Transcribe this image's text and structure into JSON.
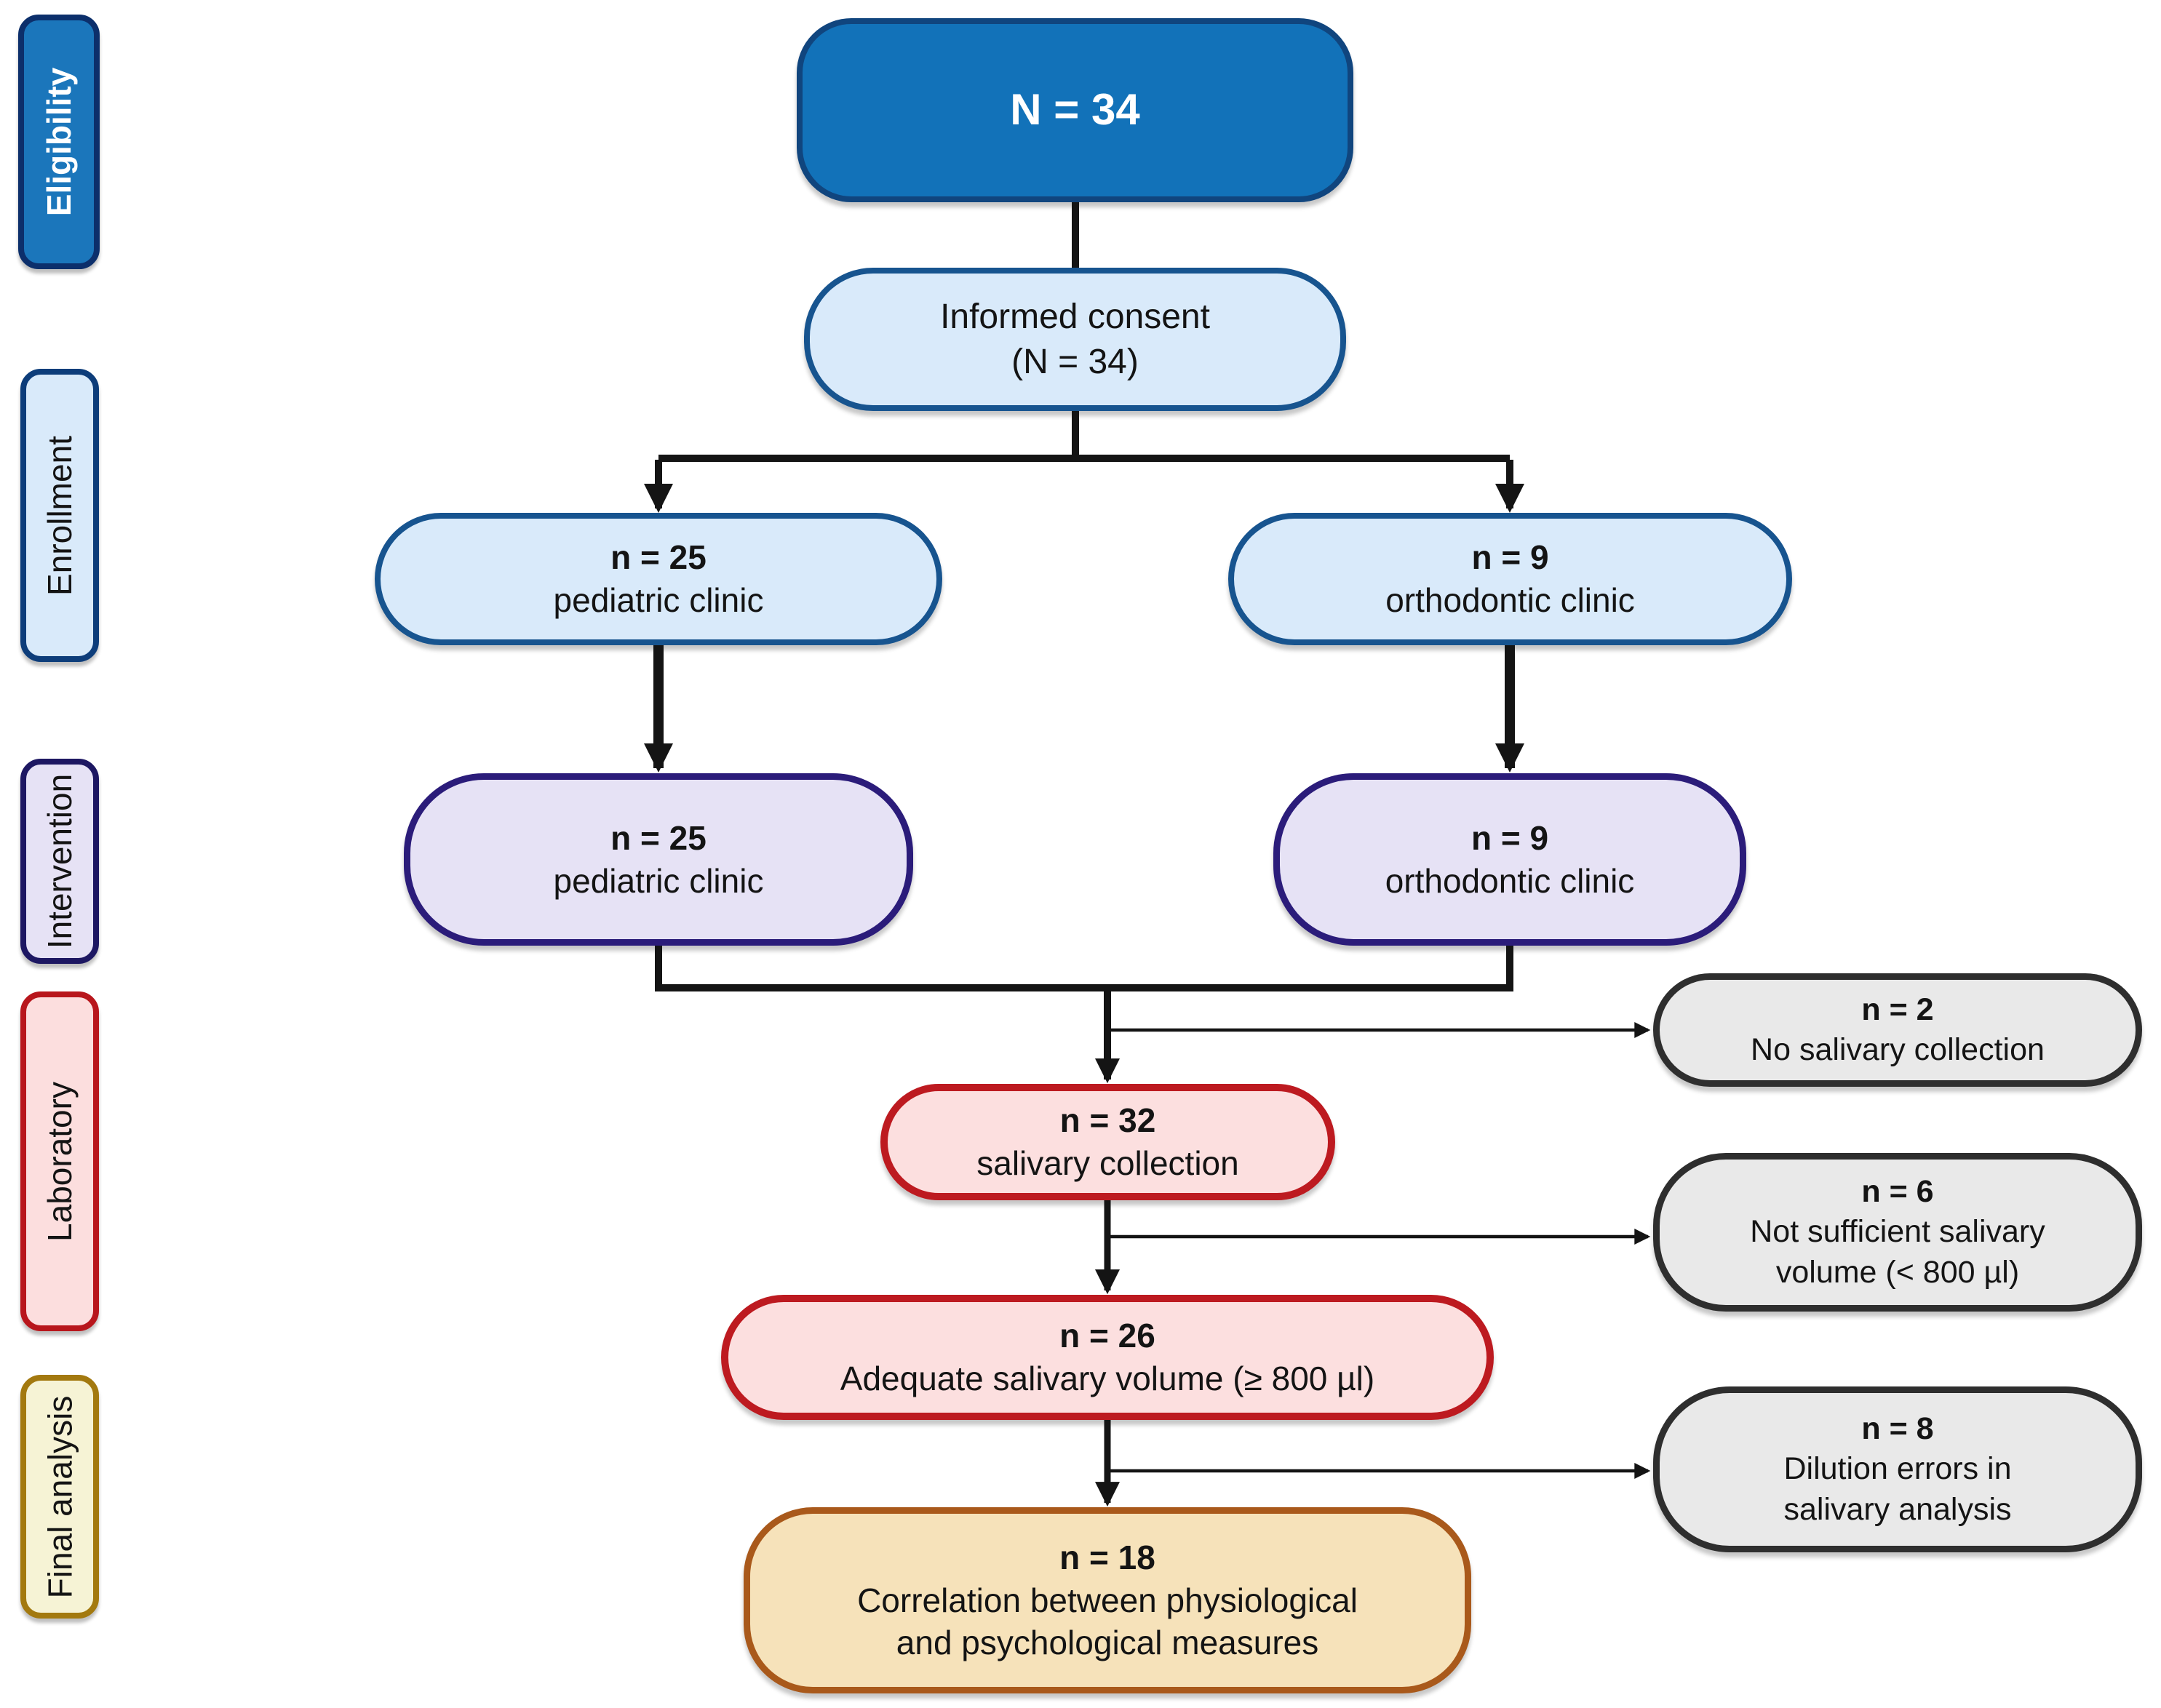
{
  "sidebar": {
    "stages": [
      {
        "label": "Eligibility",
        "fill": "#1b76bb",
        "border": "#0c2f6b",
        "text_color": "#ffffff"
      },
      {
        "label": "Enrollment",
        "fill": "#d9eafa",
        "border": "#0d3d7a",
        "text_color": "#141414"
      },
      {
        "label": "Intervention",
        "fill": "#e6e2f5",
        "border": "#1d1762",
        "text_color": "#141414"
      },
      {
        "label": "Laboratory",
        "fill": "#fcdede",
        "border": "#b8161c",
        "text_color": "#141414"
      },
      {
        "label": "Final analysis",
        "fill": "#f6f3d5",
        "border": "#a3790f",
        "text_color": "#141414"
      }
    ]
  },
  "nodes": {
    "total": {
      "line1": "N = 34"
    },
    "informed_consent": {
      "line1": "Informed consent",
      "line2": "(N = 34)"
    },
    "enroll_pediatric": {
      "line1": "n = 25",
      "line2": "pediatric clinic"
    },
    "enroll_ortho": {
      "line1": "n = 9",
      "line2": "orthodontic clinic"
    },
    "interv_pediatric": {
      "line1": "n = 25",
      "line2": "pediatric clinic"
    },
    "interv_ortho": {
      "line1": "n = 9",
      "line2": "orthodontic clinic"
    },
    "salivary": {
      "line1": "n = 32",
      "line2": "salivary collection"
    },
    "no_salivary": {
      "line1": "n = 2",
      "line2": "No salivary collection"
    },
    "adequate": {
      "line1": "n = 26",
      "line2": "Adequate salivary volume (≥ 800 µl)"
    },
    "insufficient": {
      "line1": "n = 6",
      "line2": "Not sufficient salivary",
      "line3": "volume (< 800 µl)"
    },
    "final_analysis": {
      "line1": "n = 18",
      "line2": "Correlation between physiological",
      "line3": "and psychological measures"
    },
    "dilution": {
      "line1": "n = 8",
      "line2": "Dilution errors in",
      "line3": "salivary analysis"
    }
  },
  "colors": {
    "node_total_fill": "#1272b9",
    "node_total_border": "#10457e",
    "node_enrollment_fill": "#d9eafa",
    "node_enrollment_border": "#17548f",
    "node_intervention_fill": "#e6e2f5",
    "node_intervention_border": "#2b1c7a",
    "node_laboratory_fill": "#fcdfdf",
    "node_laboratory_border": "#bd1a20",
    "node_final_fill": "#f6e2ba",
    "node_final_border": "#a9591b",
    "node_excluded_fill": "#e9e9e9",
    "node_excluded_border": "#2e2e2e",
    "connector": "#141414"
  }
}
